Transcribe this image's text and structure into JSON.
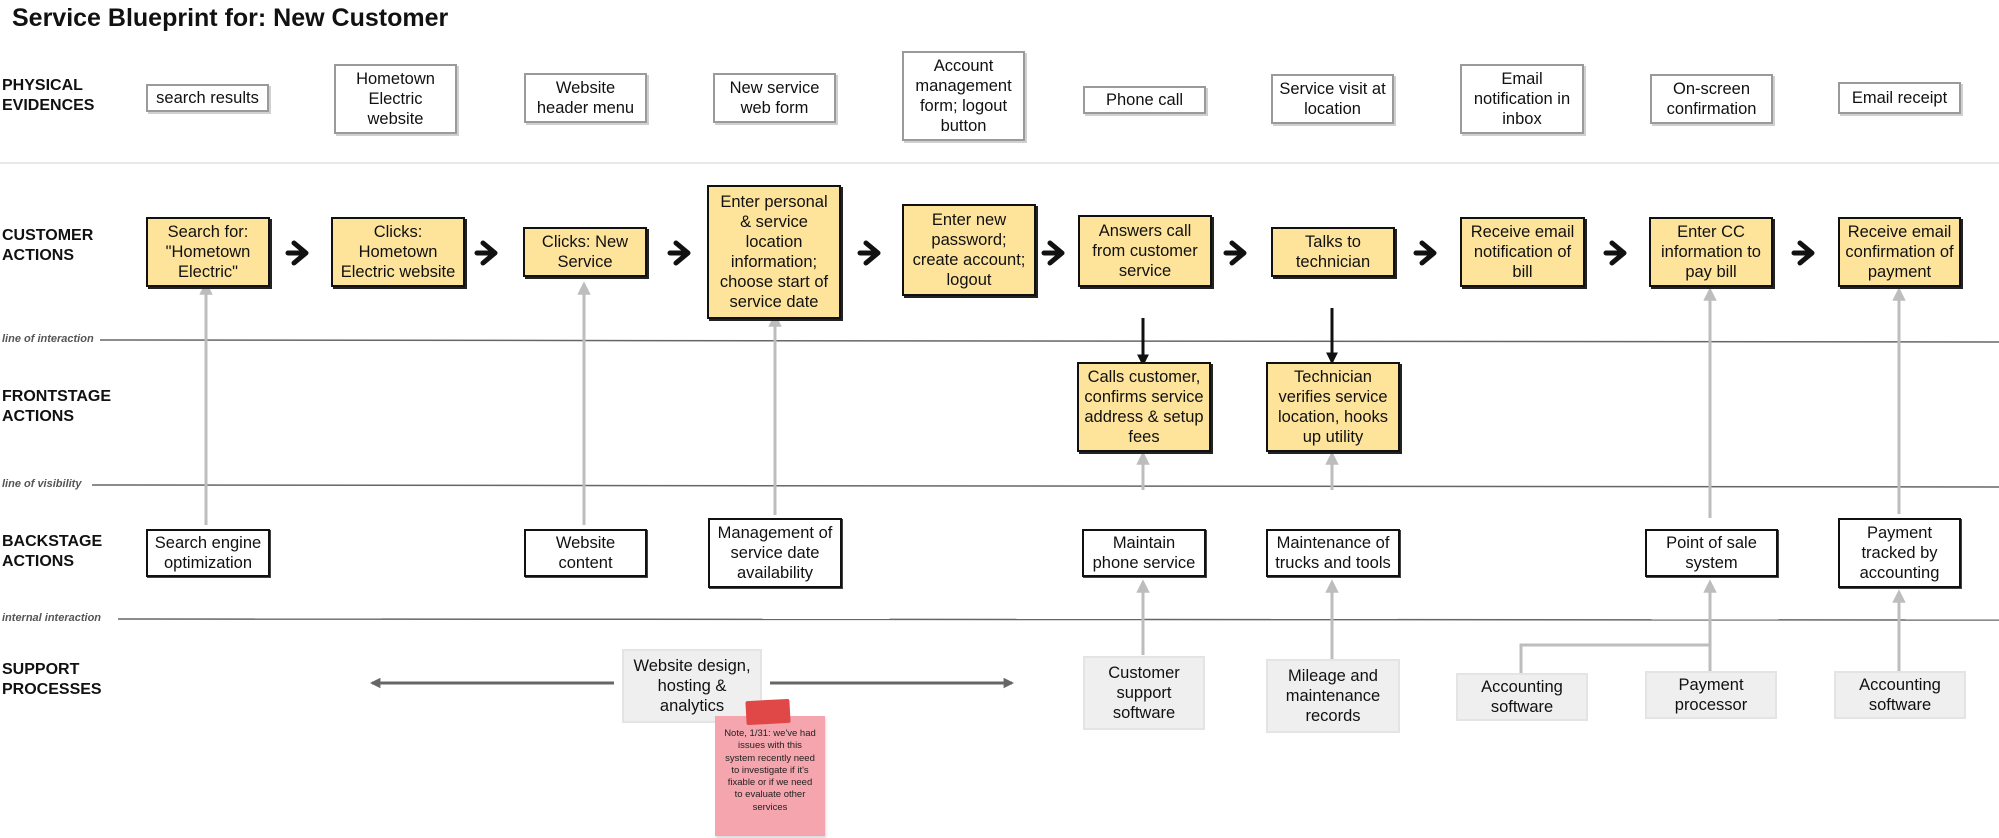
{
  "title": "Service Blueprint for: New Customer",
  "row_labels": {
    "physical": "PHYSICAL\nEVIDENCES",
    "customer": "CUSTOMER\nACTIONS",
    "frontstage": "FRONTSTAGE\nACTIONS",
    "backstage": "BACKSTAGE\nACTIONS",
    "support": "SUPPORT\nPROCESSES"
  },
  "line_labels": {
    "interaction": "line of interaction",
    "visibility": "line of visibility",
    "internal": "internal interaction"
  },
  "physical_evidences": [
    "search results",
    "Hometown Electric website",
    "Website header menu",
    "New service web form",
    "Account management form; logout button",
    "Phone call",
    "Service visit at location",
    "Email notification in inbox",
    "On-screen confirmation",
    "Email receipt"
  ],
  "customer_actions": [
    "Search for: \"Hometown Electric\"",
    "Clicks: Hometown Electric website",
    "Clicks: New Service",
    "Enter personal & service location information; choose start of service date",
    "Enter new password; create account; logout",
    "Answers call from customer service",
    "Talks to technician",
    "Receive email notification of bill",
    "Enter CC information to pay bill",
    "Receive email confirmation of payment"
  ],
  "frontstage_actions": [
    "Calls customer, confirms service address & setup fees",
    "Technician verifies service location, hooks up utility"
  ],
  "backstage_actions": [
    "Search engine optimization",
    "Website content",
    "Management of service date availability",
    "Maintain phone service",
    "Maintenance of trucks and tools",
    "Point of sale system",
    "Payment tracked by accounting"
  ],
  "support_processes": [
    "Website design, hosting & analytics",
    "Customer support software",
    "Mileage and maintenance records",
    "Accounting software",
    "Payment processor",
    "Accounting software"
  ],
  "sticky_note": "Note, 1/31: we've had issues with this system recently need to investigate if it's fixable or if we need to evaluate other services",
  "colors": {
    "action_fill": "#fde49a",
    "support_fill": "#efefef",
    "note_fill": "#f4a5ad",
    "note_tape": "#e04848"
  }
}
